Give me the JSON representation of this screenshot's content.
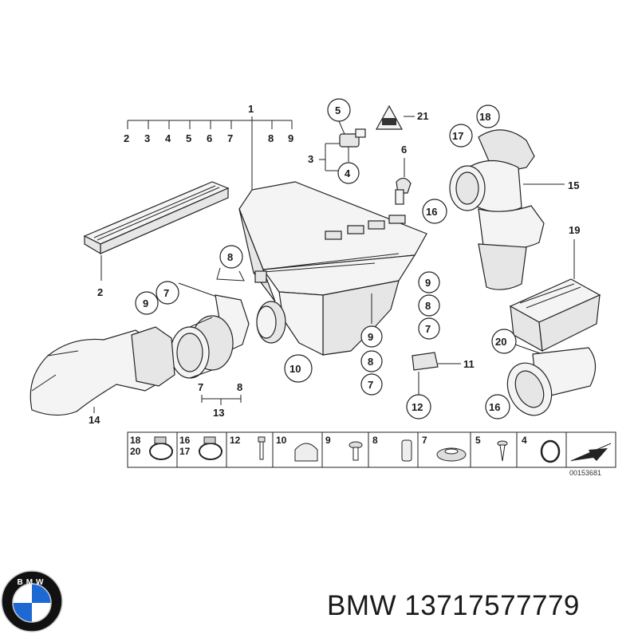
{
  "labels": {
    "l1": "1",
    "l2a": "2",
    "l3a": "3",
    "l4a": "4",
    "l5a": "5",
    "l6a": "6",
    "l7a": "7",
    "l8a": "8",
    "l9a": "9",
    "l2b": "2",
    "l3b": "3",
    "l4b": "4",
    "l5b": "5",
    "l6b": "6",
    "l21": "21",
    "l18a": "18",
    "l17a": "17",
    "l15": "15",
    "l16a": "16",
    "l19": "19",
    "l20a": "20",
    "l16b": "16",
    "l8b": "8",
    "l7b": "7",
    "l9b": "9",
    "l9c": "9",
    "l8c": "8",
    "l7c": "7",
    "l11": "11",
    "l12a": "12",
    "l9d": "9",
    "l8d": "8",
    "l7d": "7",
    "l10a": "10",
    "l7e": "7",
    "l8e": "8",
    "l13": "13",
    "l14": "14"
  },
  "legend": [
    {
      "a": "18",
      "b": "20",
      "icon": "hose-clamp-large-icon"
    },
    {
      "a": "16",
      "b": "17",
      "icon": "hose-clamp-small-icon"
    },
    {
      "a": "12",
      "icon": "expanding-rivet-icon"
    },
    {
      "a": "10",
      "icon": "rubber-cap-icon"
    },
    {
      "a": "9",
      "icon": "screw-icon"
    },
    {
      "a": "8",
      "icon": "sleeve-icon"
    },
    {
      "a": "7",
      "icon": "grommet-icon"
    },
    {
      "a": "5",
      "icon": "tapping-screw-icon"
    },
    {
      "a": "4",
      "icon": "o-ring-icon"
    },
    {
      "icon": "direction-arrow-icon"
    }
  ],
  "reference_code": "00153681",
  "brand": {
    "name": "BMW",
    "part_number": "13717577779",
    "logo_icon": "bmw-roundel-icon",
    "logo_text": "BMW",
    "colors": {
      "blue": "#1c69d4",
      "black": "#111111",
      "silver": "#c9c9c9"
    }
  }
}
